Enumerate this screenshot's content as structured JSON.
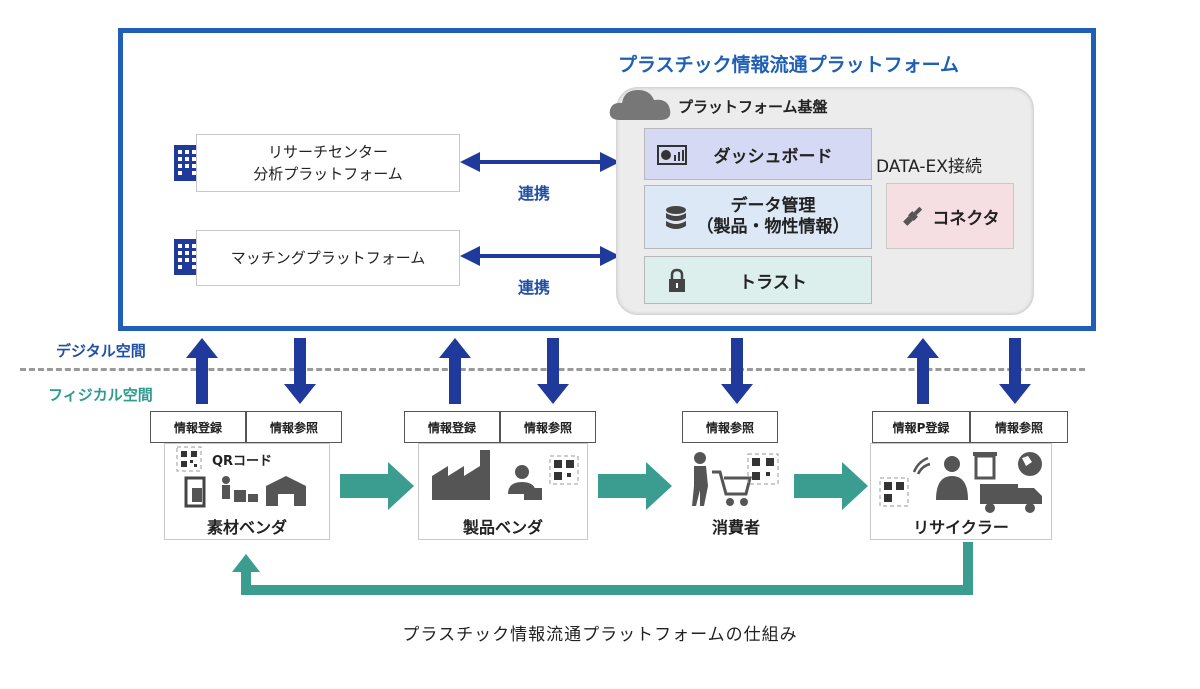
{
  "title": "プラスチック情報流通プラットフォーム",
  "platform_base": {
    "title": "プラットフォーム基盤",
    "dashboard": "ダッシュボード",
    "data_mgmt_line1": "データ管理",
    "data_mgmt_line2": "（製品・物性情報）",
    "trust": "トラスト",
    "dataex_title": "DATA-EX接続",
    "connector": "コネクタ"
  },
  "left_platforms": {
    "research_line1": "リサーチセンター",
    "research_line2": "分析プラットフォーム",
    "matching": "マッチングプラットフォーム",
    "link_label_1": "連携",
    "link_label_2": "連携"
  },
  "zones": {
    "digital": "デジタル空間",
    "physical": "フィジカル空間"
  },
  "actors": {
    "material_vendor": {
      "label": "素材ベンダ",
      "tag1": "情報登録",
      "tag2": "情報参照",
      "qr_label": "QRコード"
    },
    "product_vendor": {
      "label": "製品ベンダ",
      "tag1": "情報登録",
      "tag2": "情報参照"
    },
    "consumer": {
      "label": "消費者",
      "tag1": "情報参照"
    },
    "recycler": {
      "label": "リサイクラー",
      "tag1": "情報P登録",
      "tag2": "情報参照"
    }
  },
  "caption": "プラスチック情報流通プラットフォームの仕組み",
  "colors": {
    "frame": "#1f5fb5",
    "arrow_blue": "#1f3a9a",
    "arrow_teal": "#3a9d8f"
  }
}
